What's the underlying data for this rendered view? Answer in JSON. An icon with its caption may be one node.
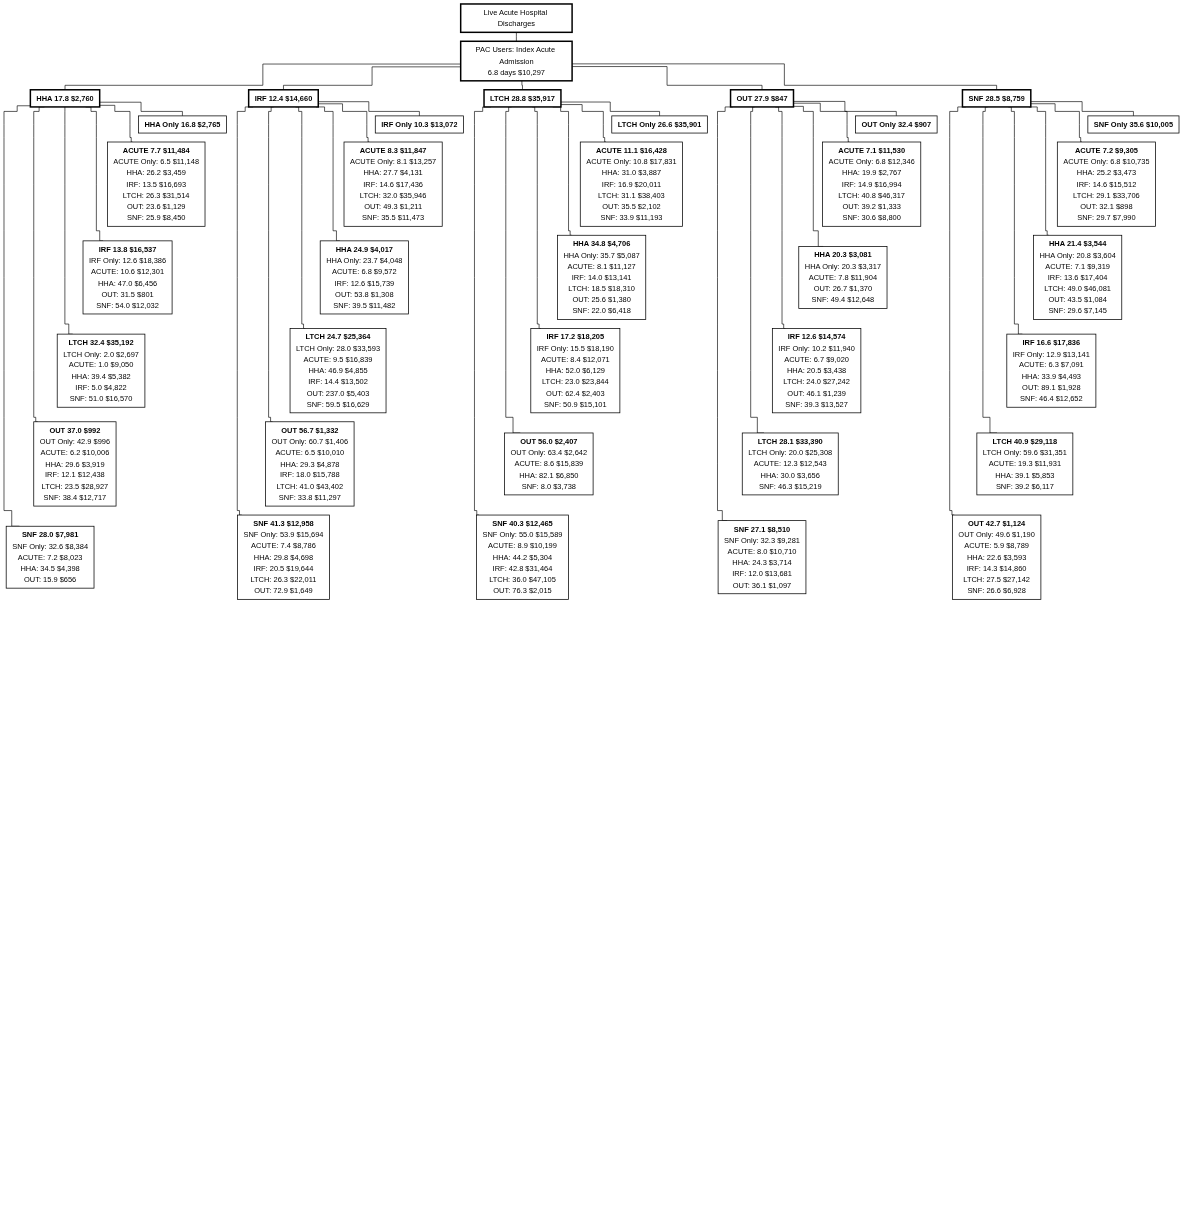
{
  "diagram": {
    "nodes": [
      {
        "text": [
          "Live Acute Hospital Discharges"
        ]
      },
      {
        "text": [
          "PAC Users: Index Acute Admission",
          "6.8 days $10,297"
        ]
      },
      {
        "text": [
          "HHA 17.8 $2,760"
        ]
      },
      {
        "text": [
          "HHA Only 16.8 $2,765"
        ]
      },
      {
        "text": [
          "ACUTE 7.7 $11,484",
          "ACUTE Only: 6.5 $11,148",
          "HHA: 26.2 $3,459",
          "IRF: 13.5 $16,693",
          "LTCH: 26.3 $31,514",
          "OUT: 23.6 $1,129",
          "SNF: 25.9 $8,450"
        ]
      },
      {
        "text": [
          "IRF 13.8 $16,537",
          "IRF Only: 12.6 $18,386",
          "ACUTE: 10.6 $12,301",
          "HHA: 47.0 $6,456",
          "OUT: 31.5 $801",
          "SNF: 54.0 $12,032"
        ]
      },
      {
        "text": [
          "LTCH 32.4 $35,192",
          "LTCH Only: 2.0 $2,697",
          "ACUTE: 1.0 $9,050",
          "HHA: 39.4 $5,382",
          "IRF: 5.0 $4,822",
          "SNF: 51.0 $16,570"
        ]
      },
      {
        "text": [
          "OUT 37.0 $992",
          "OUT Only: 42.9 $996",
          "ACUTE: 6.2 $10,006",
          "HHA: 29.6 $3,919",
          "IRF: 12.1 $12,438",
          "LTCH: 23.5 $28,927",
          "SNF: 38.4 $12,717"
        ]
      },
      {
        "text": [
          "SNF 28.0 $7,981",
          "SNF Only: 32.6 $8,384",
          "ACUTE: 7.2 $8,023",
          "HHA: 34.5 $4,398",
          "OUT: 15.9 $656"
        ]
      },
      {
        "text": [
          "IRF 12.4 $14,660"
        ]
      },
      {
        "text": [
          "IRF Only 10.3 $13,072"
        ]
      },
      {
        "text": [
          "ACUTE 8.3 $11,847",
          "ACUTE Only: 8.1 $13,257",
          "HHA: 27.7 $4,131",
          "IRF: 14.6 $17,436",
          "LTCH: 32.0 $35,946",
          "OUT: 49.3 $1,211",
          "SNF: 35.5 $11,473"
        ]
      },
      {
        "text": [
          "HHA 24.9 $4,017",
          "HHA Only: 23.7 $4,048",
          "ACUTE: 6.8 $9,572",
          "IRF: 12.6 $15,739",
          "OUT: 53.8 $1,308",
          "SNF: 39.5 $11,482"
        ]
      },
      {
        "text": [
          "LTCH 24.7 $25,364",
          "LTCH Only: 28.0 $33,593",
          "ACUTE: 9.5 $16,839",
          "HHA: 46.9 $4,855",
          "IRF: 14.4 $13,502",
          "OUT: 237.0 $5,403",
          "SNF: 59.5 $16,629"
        ]
      },
      {
        "text": [
          "OUT 56.7 $1,332",
          "OUT Only: 60.7 $1,406",
          "ACUTE: 6.5 $10,010",
          "HHA: 29.3 $4,878",
          "IRF: 18.0 $15,788",
          "LTCH: 41.0 $43,402",
          "SNF: 33.8 $11,297"
        ]
      },
      {
        "text": [
          "SNF 41.3 $12,958",
          "SNF Only: 53.9 $15,694",
          "ACUTE: 7.4 $8,786",
          "HHA: 29.8 $4,698",
          "IRF: 20.5 $19,644",
          "LTCH: 26.3 $22,011",
          "OUT: 72.9 $1,649"
        ]
      },
      {
        "text": [
          "LTCH 28.8 $35,917"
        ]
      },
      {
        "text": [
          "LTCH Only 26.6 $35,901"
        ]
      },
      {
        "text": [
          "ACUTE 11.1 $16,428",
          "ACUTE Only: 10.8 $17,831",
          "HHA: 31.0 $3,887",
          "IRF: 16.9 $20,011",
          "LTCH: 31.1 $38,403",
          "OUT: 35.5 $2,102",
          "SNF: 33.9 $11,193"
        ]
      },
      {
        "text": [
          "HHA 34.8 $4,706",
          "HHA Only: 35.7 $5,087",
          "ACUTE: 8.1 $11,127",
          "IRF: 14.0 $13,141",
          "LTCH: 18.5 $18,310",
          "OUT: 25.6 $1,380",
          "SNF: 22.0 $6,418"
        ]
      },
      {
        "text": [
          "IRF 17.2 $18,205",
          "IRF Only: 15.5 $18,190",
          "ACUTE: 8.4 $12,071",
          "HHA: 52.0 $6,129",
          "LTCH: 23.0 $23,844",
          "OUT: 62.4 $2,403",
          "SNF: 50.9 $15,101"
        ]
      },
      {
        "text": [
          "OUT 56.0 $2,407",
          "OUT Only: 63.4 $2,642",
          "ACUTE: 8.6 $15,839",
          "HHA: 82.1 $6,850",
          "SNF: 8.0 $3,738"
        ]
      },
      {
        "text": [
          "SNF 40.3 $12,465",
          "SNF Only: 55.0 $15,589",
          "ACUTE: 8.9 $10,199",
          "HHA: 44.2 $5,304",
          "IRF: 42.8 $31,464",
          "LTCH: 36.0 $47,105",
          "OUT: 76.3 $2,015"
        ]
      },
      {
        "text": [
          "OUT 27.9 $847"
        ]
      },
      {
        "text": [
          "OUT Only 32.4 $907"
        ]
      },
      {
        "text": [
          "ACUTE 7.1 $11,530",
          "ACUTE Only: 6.8 $12,346",
          "HHA: 19.9 $2,767",
          "IRF: 14.9 $16,994",
          "LTCH: 40.8 $46,317",
          "OUT: 39.2 $1,333",
          "SNF: 30.6 $8,800"
        ]
      },
      {
        "text": [
          "HHA 20.3 $3,081",
          "HHA Only: 20.3 $3,317",
          "ACUTE: 7.8 $11,904",
          "OUT: 26.7 $1,370",
          "SNF: 49.4 $12,648"
        ]
      },
      {
        "text": [
          "IRF 12.6 $14,574",
          "IRF Only: 10.2 $11,940",
          "ACUTE: 6.7 $9,020",
          "HHA: 20.5 $3,438",
          "LTCH: 24.0 $27,242",
          "OUT: 46.1 $1,239",
          "SNF: 39.3 $13,527"
        ]
      },
      {
        "text": [
          "LTCH 28.1 $33,390",
          "LTCH Only: 20.0 $25,308",
          "ACUTE: 12.3 $12,543",
          "HHA: 30.0 $3,656",
          "SNF: 46.3 $15,219"
        ]
      },
      {
        "text": [
          "SNF 27.1 $8,510",
          "SNF Only: 32.3 $9,281",
          "ACUTE: 8.0 $10,710",
          "HHA: 24.3 $3,714",
          "IRF: 12.0 $13,681",
          "OUT: 36.1 $1,097"
        ]
      },
      {
        "text": [
          "SNF 28.5 $8,759"
        ]
      },
      {
        "text": [
          "SNF Only 35.6 $10,005"
        ]
      },
      {
        "text": [
          "ACUTE 7.2 $9,305",
          "ACUTE Only: 6.8 $10,735",
          "HHA: 25.2 $3,473",
          "IRF: 14.6 $15,512",
          "LTCH: 29.1 $33,706",
          "OUT: 32.1 $898",
          "SNF: 29.7 $7,990"
        ]
      },
      {
        "text": [
          "HHA 21.4 $3,544",
          "HHA Only: 20.8 $3,604",
          "ACUTE: 7.1 $9,319",
          "IRF: 13.6 $17,404",
          "LTCH: 49.0 $46,081",
          "OUT: 43.5 $1,084",
          "SNF: 29.6 $7,145"
        ]
      },
      {
        "text": [
          "IRF 16.6 $17,836",
          "IRF Only: 12.9 $13,141",
          "ACUTE: 6.3 $7,091",
          "HHA: 33.9 $4,493",
          "OUT: 89.1 $1,928",
          "SNF: 46.4 $12,652"
        ]
      },
      {
        "text": [
          "LTCH 40.9 $29,118",
          "LTCH Only: 59.6 $31,351",
          "ACUTE: 19.3 $11,931",
          "HHA: 39.1 $5,853",
          "SNF: 39.2 $6,117"
        ]
      },
      {
        "text": [
          "OUT 42.7 $1,124",
          "OUT Only: 49.6 $1,190",
          "ACUTE: 5.9 $8,789",
          "HHA: 22.6 $3,593",
          "IRF: 14.3 $14,860",
          "LTCH: 27.5 $27,142",
          "SNF: 26.6 $6,928"
        ]
      }
    ],
    "edges": [
      {
        "from": 0,
        "to": 1,
        "arrow": "none"
      },
      {
        "from": 1,
        "to": 2,
        "arrow": "none"
      },
      {
        "from": 1,
        "to": 9,
        "arrow": "none"
      },
      {
        "from": 1,
        "to": 16,
        "arrow": "none"
      },
      {
        "from": 1,
        "to": 23,
        "arrow": "none"
      },
      {
        "from": 1,
        "to": 30,
        "arrow": "none"
      },
      {
        "from": 2,
        "to": 3,
        "arrow": "none"
      },
      {
        "from": 2,
        "to": 4,
        "arrow": "none"
      },
      {
        "from": 2,
        "to": 5,
        "arrow": "none"
      },
      {
        "from": 2,
        "to": 6,
        "arrow": "none"
      },
      {
        "from": 2,
        "to": 7,
        "arrow": "none"
      },
      {
        "from": 2,
        "to": 8,
        "arrow": "none"
      },
      {
        "from": 9,
        "to": 10,
        "arrow": "none"
      },
      {
        "from": 9,
        "to": 11,
        "arrow": "none"
      },
      {
        "from": 9,
        "to": 12,
        "arrow": "none"
      },
      {
        "from": 9,
        "to": 13,
        "arrow": "none"
      },
      {
        "from": 9,
        "to": 14,
        "arrow": "none"
      },
      {
        "from": 9,
        "to": 15,
        "arrow": "none"
      },
      {
        "from": 16,
        "to": 17,
        "arrow": "none"
      },
      {
        "from": 16,
        "to": 18,
        "arrow": "none"
      },
      {
        "from": 16,
        "to": 19,
        "arrow": "none"
      },
      {
        "from": 16,
        "to": 20,
        "arrow": "none"
      },
      {
        "from": 16,
        "to": 21,
        "arrow": "none"
      },
      {
        "from": 16,
        "to": 22,
        "arrow": "none"
      },
      {
        "from": 23,
        "to": 24,
        "arrow": "none"
      },
      {
        "from": 23,
        "to": 25,
        "arrow": "none"
      },
      {
        "from": 23,
        "to": 26,
        "arrow": "none"
      },
      {
        "from": 23,
        "to": 27,
        "arrow": "none"
      },
      {
        "from": 23,
        "to": 28,
        "arrow": "none"
      },
      {
        "from": 23,
        "to": 29,
        "arrow": "none"
      },
      {
        "from": 30,
        "to": 31,
        "arrow": "none"
      },
      {
        "from": 30,
        "to": 32,
        "arrow": "none"
      },
      {
        "from": 30,
        "to": 33,
        "arrow": "none"
      },
      {
        "from": 30,
        "to": 34,
        "arrow": "none"
      },
      {
        "from": 30,
        "to": 35,
        "arrow": "none"
      },
      {
        "from": 30,
        "to": 36,
        "arrow": "none"
      }
    ]
  }
}
